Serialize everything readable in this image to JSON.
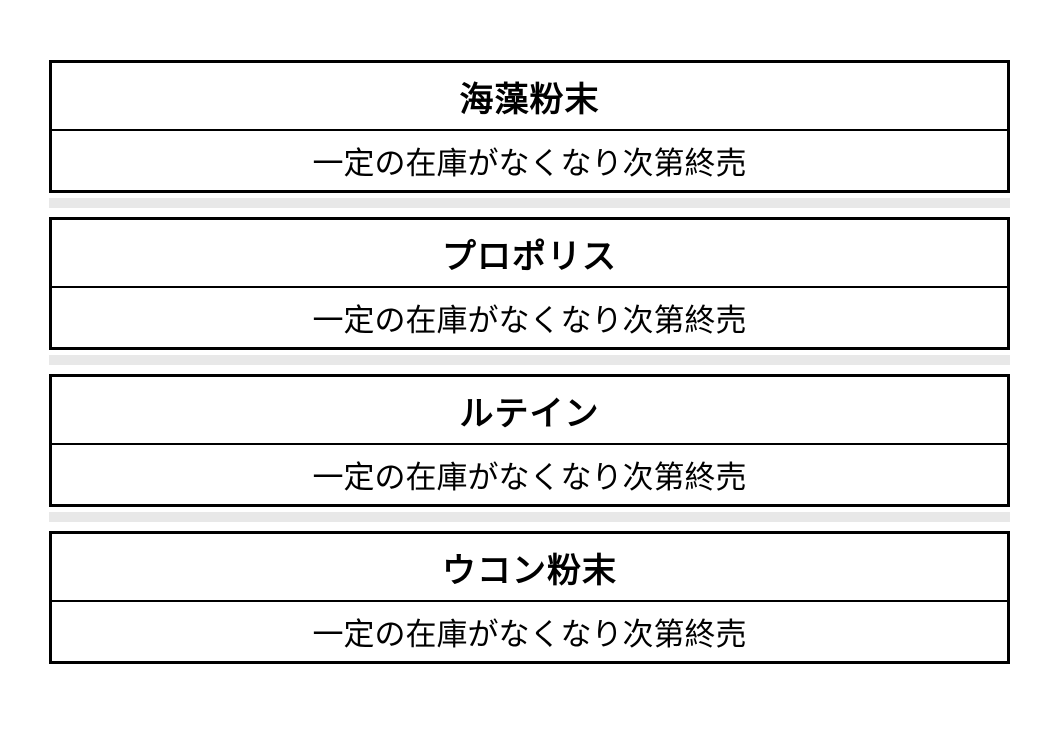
{
  "items": [
    {
      "name": "海藻粉末",
      "status": "一定の在庫がなくなり次第終売"
    },
    {
      "name": "プロポリス",
      "status": "一定の在庫がなくなり次第終売"
    },
    {
      "name": "ルテイン",
      "status": "一定の在庫がなくなり次第終売"
    },
    {
      "name": "ウコン粉末",
      "status": "一定の在庫がなくなり次第終売"
    }
  ]
}
